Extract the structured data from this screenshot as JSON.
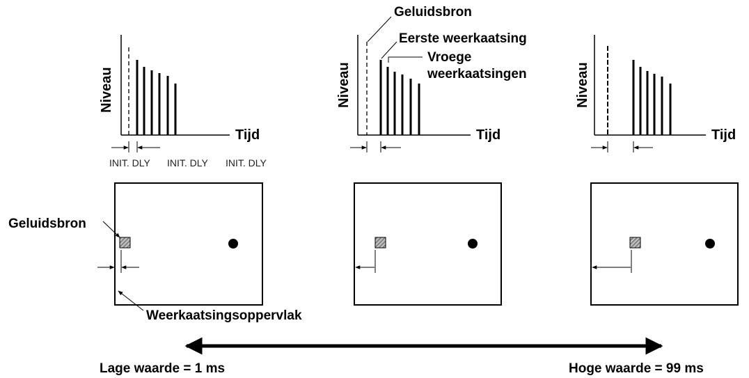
{
  "axis": {
    "y_label": "Niveau",
    "x_label": "Tijd"
  },
  "callouts": {
    "source_top": "Geluidsbron",
    "first_reflection": "Eerste weerkaatsing",
    "early_reflections_line1": "Vroege",
    "early_reflections_line2": "weerkaatsingen",
    "source_room": "Geluidsbron",
    "reflection_surface": "Weerkaatsingsoppervlak"
  },
  "init_delay_labels": [
    "INIT. DLY",
    "INIT. DLY",
    "INIT. DLY"
  ],
  "scale": {
    "low": "Lage waarde = 1 ms",
    "high": "Hoge waarde = 99 ms"
  },
  "colors": {
    "ink": "#000000",
    "hatch": "#666666"
  }
}
